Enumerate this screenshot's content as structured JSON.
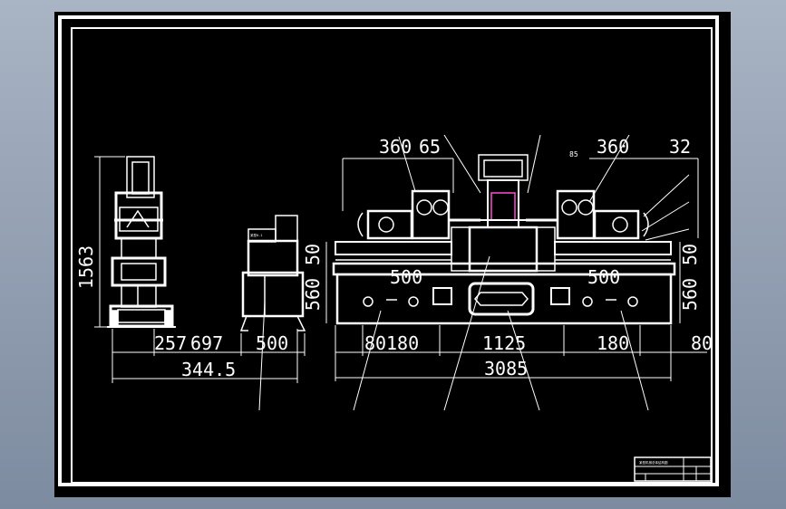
{
  "drawing": {
    "side_view": {
      "height_dim": "1563",
      "width_dims": [
        "257",
        "697"
      ],
      "total_width": "344.5"
    },
    "end_view": {
      "width_dim": "500",
      "label": "某型0-1"
    },
    "front_view": {
      "top_dims": [
        "360",
        "65",
        "360",
        "32"
      ],
      "top_small_dims": [
        "85"
      ],
      "right_dims": [
        "50",
        "560"
      ],
      "left_dims": [
        "50",
        "560"
      ],
      "inner_dims": [
        "500",
        "500"
      ],
      "bottom_dims": [
        "80",
        "180",
        "1125",
        "180",
        "80"
      ],
      "total_length": "3085"
    },
    "title_block": {
      "name": "某型机械总体结构图"
    }
  }
}
